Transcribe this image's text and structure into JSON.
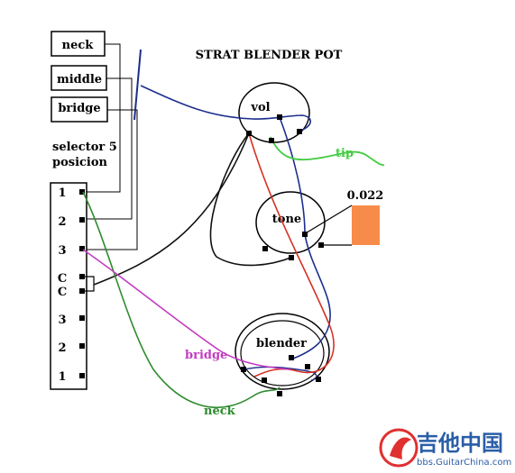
{
  "title": "STRAT BLENDER POT",
  "pickups": [
    {
      "id": "neck",
      "label": "neck"
    },
    {
      "id": "middle",
      "label": "middle"
    },
    {
      "id": "bridge",
      "label": "bridge"
    }
  ],
  "selector": {
    "caption_line1": "selector 5",
    "caption_line2": "posicion",
    "terminals": [
      "1",
      "2",
      "3",
      "C",
      "C",
      "3",
      "2",
      "1"
    ]
  },
  "pots": {
    "volume": "vol",
    "tone": "tone",
    "blender": "blender"
  },
  "capacitor": {
    "value": "0.022",
    "color": "#f78c4a"
  },
  "wire_labels": {
    "tip": "tip",
    "bridge": "bridge",
    "neck": "neck"
  },
  "wire_colors": {
    "black": "#111111",
    "navy": "#1c2e8c",
    "red": "#d63224",
    "green": "#2e8b2e",
    "magenta": "#c23cc2",
    "tip_green": "#44cc44"
  },
  "watermark": {
    "brand": "吉他中国",
    "url": "bbs.GuitarChina.com"
  }
}
